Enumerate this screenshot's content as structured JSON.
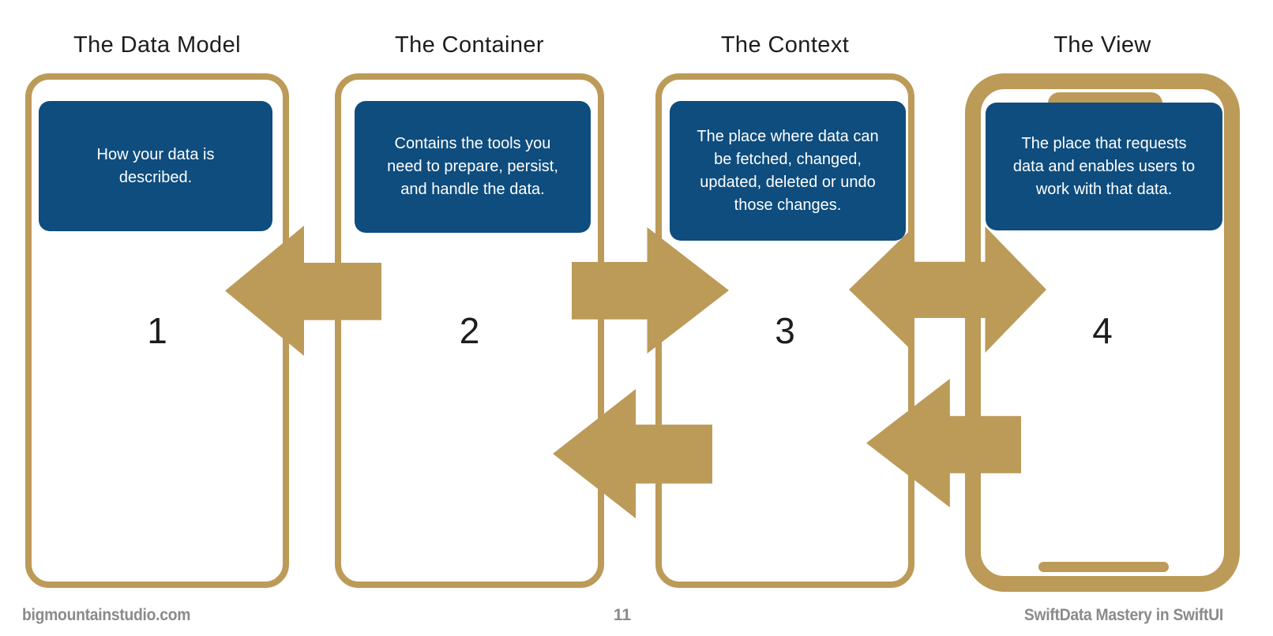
{
  "colors": {
    "gold": "#BC9A58",
    "blue": "#0E4D7E",
    "title_text": "#1D1D1D",
    "footer_gray": "#8A8A8A",
    "background": "#FFFFFF"
  },
  "panels": [
    {
      "id": "data-model",
      "title": "The Data Model",
      "number": "1",
      "description": "How your data is\ndescribed."
    },
    {
      "id": "container",
      "title": "The Container",
      "number": "2",
      "description": "Contains the tools you\nneed to prepare, persist,\nand handle the data."
    },
    {
      "id": "context",
      "title": "The Context",
      "number": "3",
      "description": "The place where data can\nbe fetched, changed,\nupdated, deleted or undo\nthose changes."
    },
    {
      "id": "view",
      "title": "The View",
      "number": "4",
      "description": "The place that requests\ndata and enables users to\nwork with that data."
    }
  ],
  "arrows": [
    {
      "row": "top",
      "direction": "left",
      "between": [
        "container",
        "data-model"
      ]
    },
    {
      "row": "top",
      "direction": "right",
      "between": [
        "container",
        "context"
      ]
    },
    {
      "row": "top",
      "direction": "both",
      "between": [
        "context",
        "view"
      ]
    },
    {
      "row": "bottom",
      "direction": "left",
      "between": [
        "context",
        "container"
      ]
    },
    {
      "row": "bottom",
      "direction": "left",
      "between": [
        "view",
        "context"
      ]
    }
  ],
  "footer": {
    "left": "bigmountainstudio.com",
    "page_number": "11",
    "right": "SwiftData Mastery in SwiftUI"
  }
}
